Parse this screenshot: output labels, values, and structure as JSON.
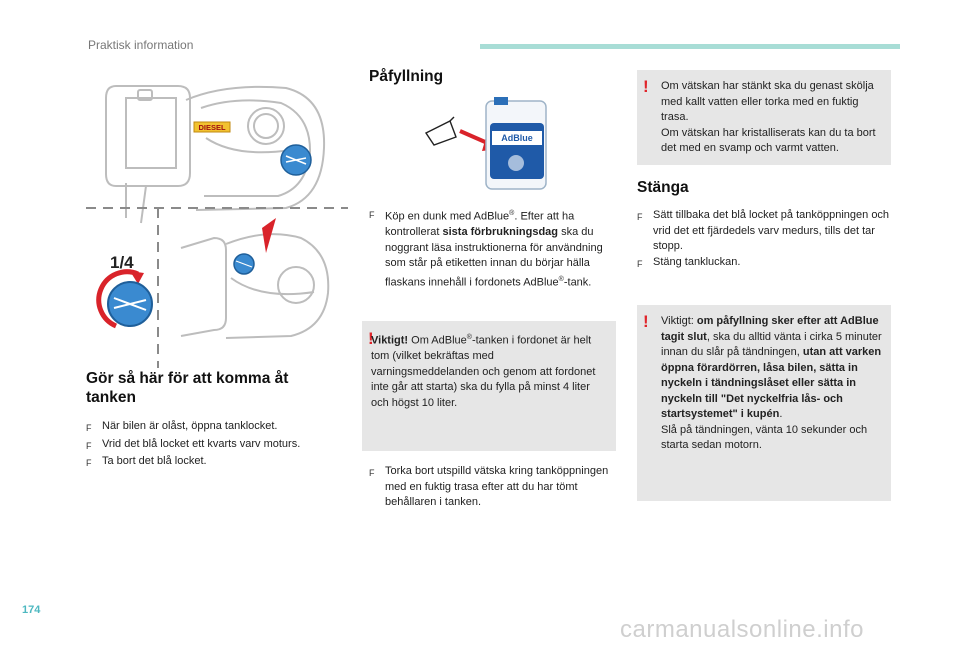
{
  "header": {
    "section": "Praktisk information",
    "page_number": "174"
  },
  "watermark": "carmanualsonline.info",
  "colors": {
    "accent_bar": "#a8ddd6",
    "page_number": "#4db8c0",
    "warning_mark": "#e0252b",
    "box_bg": "#e6e6e6",
    "cap_blue": "#3a8ad0",
    "arrow_red": "#d9232a"
  },
  "figure_left": {
    "diesel_label": "DIESEL",
    "quarter_label": "1/4"
  },
  "left": {
    "heading": "Gör så här för att komma åt tanken",
    "steps": [
      "När bilen är olåst, öppna tanklocket.",
      "Vrid det blå locket ett kvarts varv moturs.",
      "Ta bort det blå locket."
    ]
  },
  "middle": {
    "heading": "Påfyllning",
    "can_label": "AdBlue",
    "step1": {
      "a": "Köp en dunk med AdBlue",
      "reg": "®",
      "b": ". Efter att ha kontrollerat ",
      "bold": "sista förbrukningsdag",
      "c": " ska du noggrant läsa instruktionerna för användning som står på etiketten innan du börjar hälla flaskans innehåll i fordonets AdBlue",
      "reg2": "®",
      "d": "-tank."
    },
    "warning": {
      "bold": "Viktigt!",
      "a": " Om AdBlue",
      "reg": "®",
      "b": "-tanken i fordonet är helt tom (vilket bekräftas med varningsmeddelanden och genom att fordonet inte går att starta) ska du fylla på minst 4 liter och högst 10 liter."
    },
    "step2": "Torka bort utspilld vätska kring tanköppningen med en fuktig trasa efter att du har tömt behållaren i tanken."
  },
  "right": {
    "warning_top": [
      "Om vätskan har stänkt ska du genast skölja med kallt vatten eller torka med en fuktig trasa.",
      "Om vätskan har kristalliserats kan du ta bort det med en svamp och varmt vatten."
    ],
    "heading": "Stänga",
    "steps": [
      "Sätt tillbaka det blå locket på tanköppningen och vrid det ett fjärdedels varv medurs, tills det tar stopp.",
      "Stäng tankluckan."
    ],
    "warning_bottom": {
      "a": "Viktigt: ",
      "b1": "om påfyllning sker efter att AdBlue tagit slut",
      "c": ", ska du alltid vänta i cirka 5 minuter innan du slår på tändningen, ",
      "b2": "utan att varken öppna förardörren, låsa bilen, sätta in nyckeln i tändningslåset eller sätta in nyckeln till \"Det nyckelfria lås- och startsystemet\" i kupén",
      "d": ".",
      "e": "Slå på tändningen, vänta 10 sekunder och starta sedan motorn."
    }
  }
}
